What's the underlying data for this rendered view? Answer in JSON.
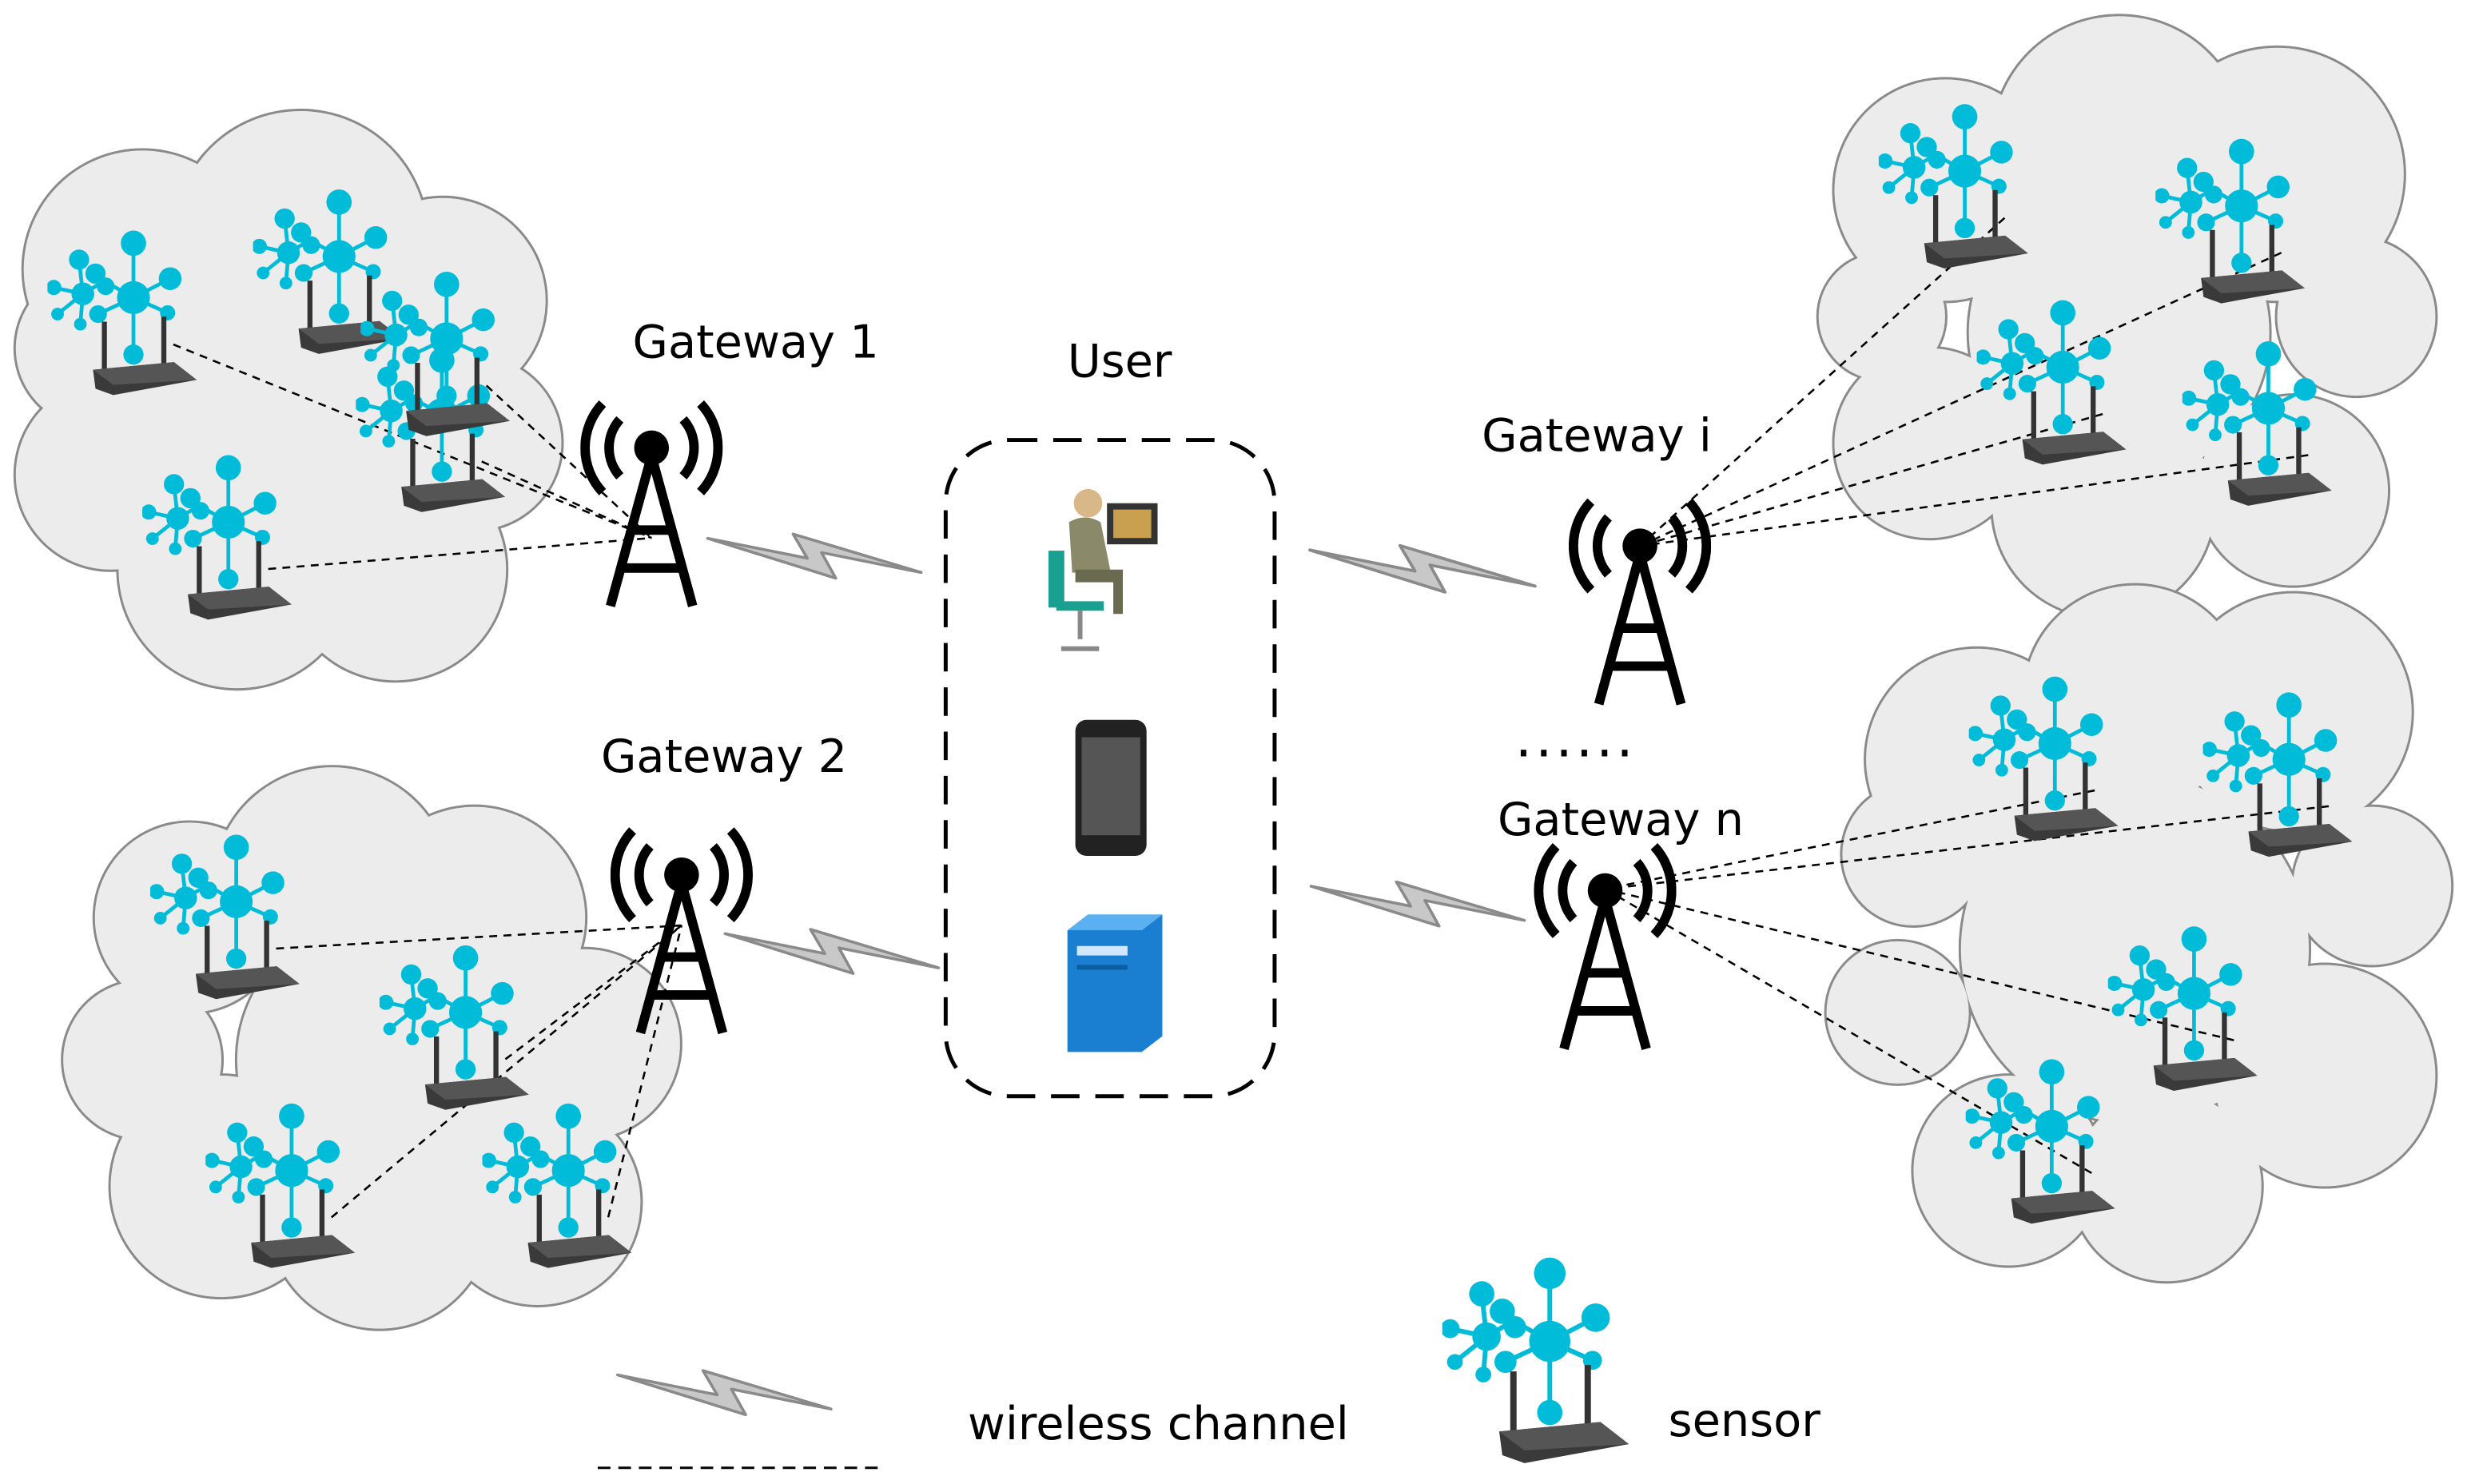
{
  "labels": {
    "gateway_1": "Gateway 1",
    "gateway_2": "Gateway 2",
    "gateway_i": "Gateway i",
    "gateway_n": "Gateway n",
    "user": "User",
    "ellipsis": "......"
  },
  "legend": {
    "wireless_channel": "wireless channel",
    "sensor": "sensor"
  },
  "colors": {
    "sensor": "#00bcd9",
    "router": "#3a3a3a",
    "cloud_fill": "#ececec",
    "cloud_stroke": "#8a8a8a",
    "wireless": "#a8a8a8",
    "server": "#1a7fd0"
  },
  "icons": [
    "sensor-router-icon",
    "gateway-tower-icon",
    "user-at-computer-icon",
    "smartphone-icon",
    "server-icon",
    "wireless-bolt-icon"
  ]
}
